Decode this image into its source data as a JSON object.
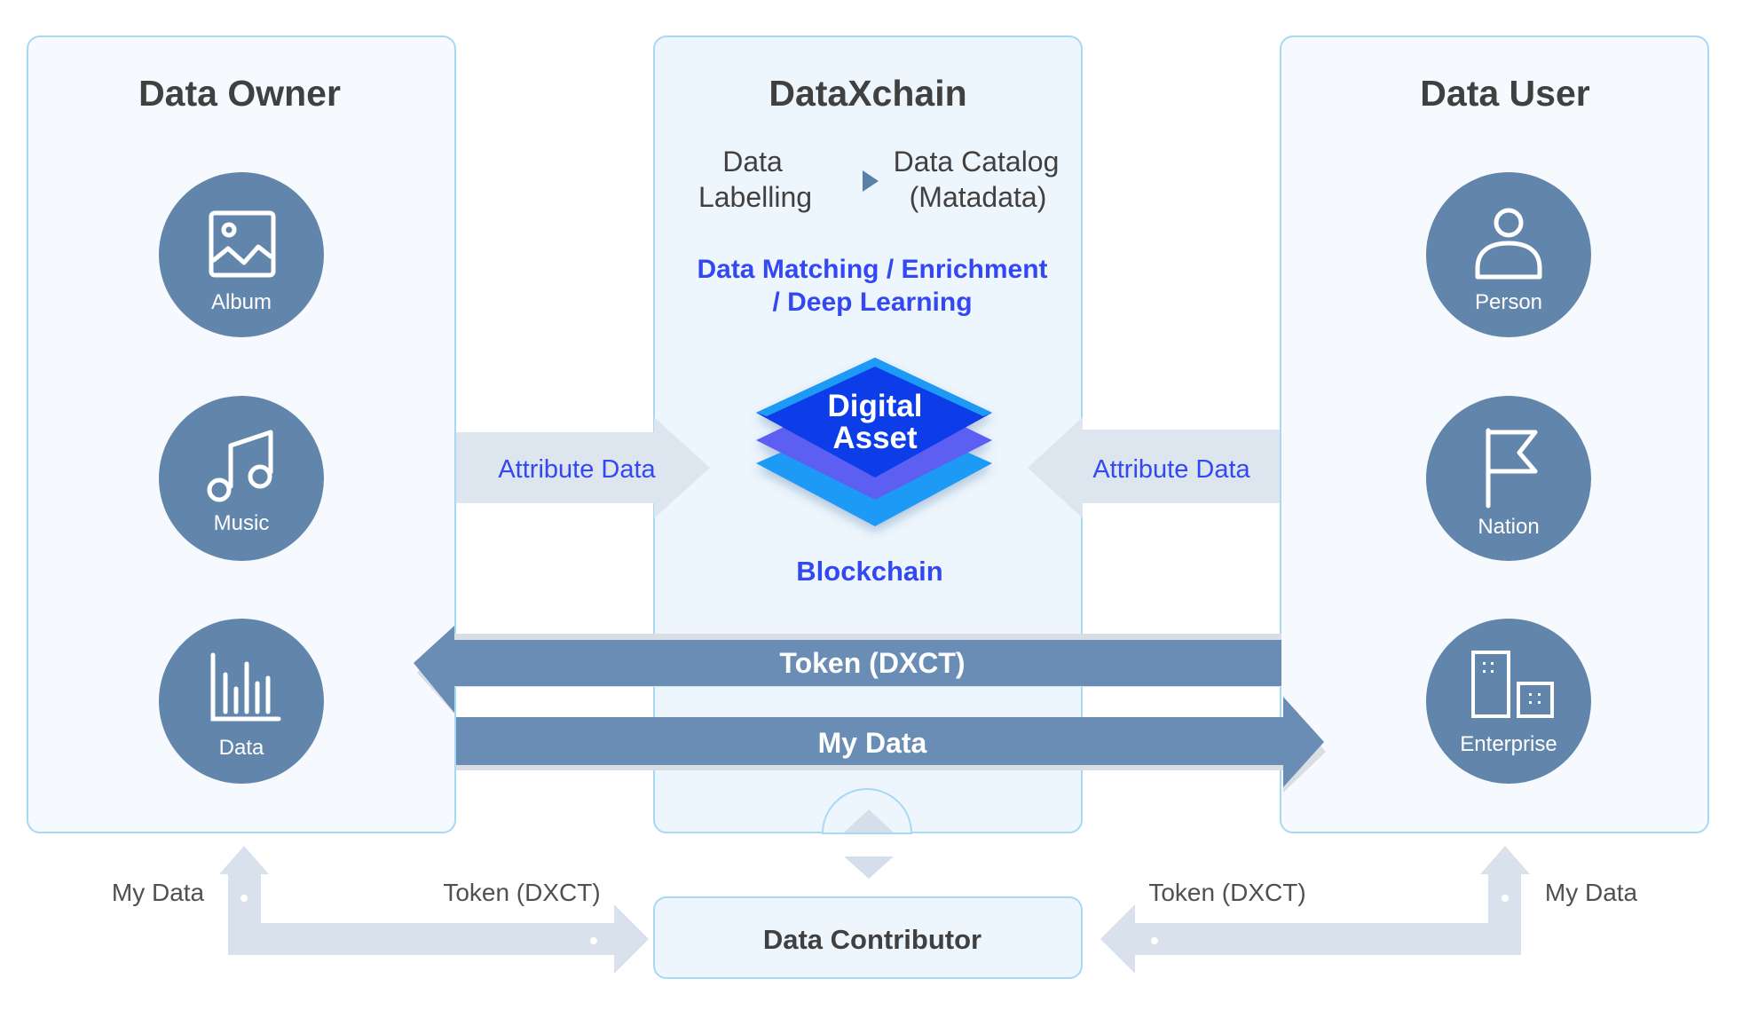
{
  "panels": {
    "owner": {
      "title": "Data Owner",
      "items": [
        "Album",
        "Music",
        "Data"
      ]
    },
    "center": {
      "title": "DataXchain",
      "step_from": [
        "Data",
        "Labelling"
      ],
      "step_to": [
        "Data Catalog",
        "(Matadata)"
      ],
      "matching": [
        "Data Matching / Enrichment",
        "/ Deep Learning"
      ],
      "asset": [
        "Digital",
        "Asset"
      ],
      "blockchain": "Blockchain"
    },
    "user": {
      "title": "Data User",
      "items": [
        "Person",
        "Nation",
        "Enterprise"
      ]
    }
  },
  "flows": {
    "attribute_left": "Attribute Data",
    "attribute_right": "Attribute Data",
    "token_bar": "Token (DXCT)",
    "mydata_bar": "My Data",
    "bottom_left_mydata": "My Data",
    "bottom_left_token": "Token (DXCT)",
    "bottom_right_token": "Token (DXCT)",
    "bottom_right_mydata": "My Data"
  },
  "contributor": "Data Contributor",
  "icons": {
    "album": "image-icon",
    "music": "music-note-icon",
    "data": "bar-chart-icon",
    "person": "person-icon",
    "nation": "flag-icon",
    "enterprise": "building-icon"
  },
  "colors": {
    "panel_border": "#a9d8f3",
    "panel_fill_side": "#f6fafe",
    "panel_fill_center": "#eef6fd",
    "circle": "#6285ab",
    "bar": "#6a8db5",
    "light_arrow": "#dde6ef",
    "accent_text": "#3348f2",
    "title_text": "#404040",
    "diamond_light": "#1d9af6",
    "diamond_dark": "#0a3de9"
  }
}
